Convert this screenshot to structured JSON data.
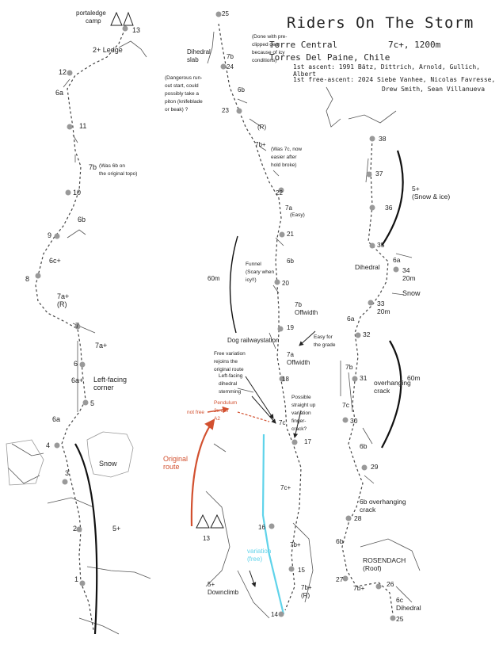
{
  "header": {
    "title": "Riders On The Storm",
    "peak": "Torre Central",
    "grade_length": "7c+, 1200m",
    "location": "Torres Del Paine, Chile",
    "first_ascent": "1st ascent: 1991 Bätz, Dittrich, Arnold, Gullich, Albert",
    "first_free_ascent_line1": "1st free-ascent: 2024 Siebe Vanhee, Nicolas Favresse,",
    "first_free_ascent_line2": "Drew Smith, Sean Villanueva"
  },
  "colors": {
    "ink": "#222222",
    "rock": "#8a8a8a",
    "original_route": "#d2502f",
    "variation": "#5fd3ea",
    "snow": "#9a9a9a"
  },
  "left_column": {
    "camp": "portaledge\ncamp",
    "labels": [
      {
        "key": "p13",
        "text": "13"
      },
      {
        "key": "ledge",
        "text": "2+  Ledge"
      },
      {
        "key": "p12",
        "text": "12"
      },
      {
        "key": "g6a_top",
        "text": "6a"
      },
      {
        "key": "p11",
        "text": "11"
      },
      {
        "key": "g7b",
        "text": "7b"
      },
      {
        "key": "note7b",
        "text": "(Was 6b on\nthe original topo)"
      },
      {
        "key": "p10",
        "text": "10"
      },
      {
        "key": "g6b",
        "text": "6b"
      },
      {
        "key": "p9",
        "text": "9"
      },
      {
        "key": "g6c",
        "text": "6c+"
      },
      {
        "key": "p8",
        "text": "8"
      },
      {
        "key": "g7a_r",
        "text": "7a+\n(R)"
      },
      {
        "key": "p7",
        "text": "7"
      },
      {
        "key": "g7a2",
        "text": "7a+"
      },
      {
        "key": "p6",
        "text": "6"
      },
      {
        "key": "g6a_p",
        "text": "6a+"
      },
      {
        "key": "corner",
        "text": "Left-facing\ncorner"
      },
      {
        "key": "p5",
        "text": "5"
      },
      {
        "key": "g6a_low",
        "text": "6a"
      },
      {
        "key": "p4",
        "text": "4"
      },
      {
        "key": "snow",
        "text": "Snow"
      },
      {
        "key": "p3",
        "text": "3"
      },
      {
        "key": "p2",
        "text": "2"
      },
      {
        "key": "g5p",
        "text": "5+"
      },
      {
        "key": "p1",
        "text": "1"
      }
    ]
  },
  "middle_column": {
    "labels": [
      {
        "key": "p25",
        "text": "25"
      },
      {
        "key": "dslab",
        "text": "Dihedral\nslab"
      },
      {
        "key": "g7b",
        "text": "7b"
      },
      {
        "key": "p24",
        "text": "24"
      },
      {
        "key": "note_gear",
        "text": "(Done with pre-\nclipped gear\nbecause of icy\nconditions)"
      },
      {
        "key": "note_runout",
        "text": "(Dangerous run-\nout start, could\npossibly take a\npiton (knifeblade\nor beak) ?"
      },
      {
        "key": "g6b",
        "text": "6b"
      },
      {
        "key": "p23",
        "text": "23"
      },
      {
        "key": "r",
        "text": "(R)"
      },
      {
        "key": "g7bp",
        "text": "7b+"
      },
      {
        "key": "note7c",
        "text": "(Was 7c, now\neasier after\nhold broke)"
      },
      {
        "key": "p22",
        "text": "22"
      },
      {
        "key": "g7a",
        "text": "7a"
      },
      {
        "key": "easy",
        "text": "(Easy)"
      },
      {
        "key": "p21",
        "text": "21"
      },
      {
        "key": "funnel",
        "text": "Funnel\n(Scary when\nicy!!)"
      },
      {
        "key": "g6b2",
        "text": "6b"
      },
      {
        "key": "m60",
        "text": "60m"
      },
      {
        "key": "p20",
        "text": "20"
      },
      {
        "key": "g7b2",
        "text": "7b\nOffwidth"
      },
      {
        "key": "p19",
        "text": "19"
      },
      {
        "key": "dogrs",
        "text": "Dog railwaystation"
      },
      {
        "key": "easyfor",
        "text": "Easy for\nthe grade"
      },
      {
        "key": "g7a2",
        "text": "7a\nOffwidth"
      },
      {
        "key": "freevar",
        "text": "Free variation\nrejoins the\noriginal route"
      },
      {
        "key": "p18",
        "text": "18"
      },
      {
        "key": "lfd",
        "text": "Left-facing\ndihedral\nstemming"
      },
      {
        "key": "possible",
        "text": "Possible\nstraight up\nvariation\nfinger-\ncrack?"
      },
      {
        "key": "pendulum",
        "text": "Pendulum\n2x cliff\nA2"
      },
      {
        "key": "notfree",
        "text": "not free"
      },
      {
        "key": "g7c",
        "text": "7c"
      },
      {
        "key": "p17",
        "text": "17"
      },
      {
        "key": "orig",
        "text": "Original\nroute"
      },
      {
        "key": "g7cp",
        "text": "7c+"
      },
      {
        "key": "p16",
        "text": "16"
      },
      {
        "key": "p13b",
        "text": "13"
      },
      {
        "key": "variation",
        "text": "variation\n(free)"
      },
      {
        "key": "g7bp2",
        "text": "7b+"
      },
      {
        "key": "p15",
        "text": "15"
      },
      {
        "key": "downclimb",
        "text": "5+\nDownclimb"
      },
      {
        "key": "g7bpr",
        "text": "7b+\n(R)"
      },
      {
        "key": "p14",
        "text": "14"
      }
    ]
  },
  "right_column": {
    "labels": [
      {
        "key": "p38",
        "text": "38"
      },
      {
        "key": "p37",
        "text": "37"
      },
      {
        "key": "snowice",
        "text": "5+\n(Snow & ice)"
      },
      {
        "key": "p36",
        "text": "36"
      },
      {
        "key": "p35",
        "text": "35"
      },
      {
        "key": "g6a",
        "text": "6a"
      },
      {
        "key": "dihedral",
        "text": "Dihedral"
      },
      {
        "key": "p34",
        "text": "34\n20m"
      },
      {
        "key": "snow",
        "text": "Snow"
      },
      {
        "key": "p33",
        "text": "33\n20m"
      },
      {
        "key": "g6a2",
        "text": "6a"
      },
      {
        "key": "p32",
        "text": "32"
      },
      {
        "key": "g7b",
        "text": "7b"
      },
      {
        "key": "p31",
        "text": "31"
      },
      {
        "key": "ohc",
        "text": "overhanging\ncrack"
      },
      {
        "key": "m60",
        "text": "60m"
      },
      {
        "key": "g7c",
        "text": "7c"
      },
      {
        "key": "p30",
        "text": "30"
      },
      {
        "key": "g6b",
        "text": "6b"
      },
      {
        "key": "p29",
        "text": "29"
      },
      {
        "key": "ohc2",
        "text": "6b overhanging\ncrack"
      },
      {
        "key": "p28",
        "text": "28"
      },
      {
        "key": "g6b2",
        "text": "6b"
      },
      {
        "key": "rosen",
        "text": "ROSENDACH\n(Roof)"
      },
      {
        "key": "p27",
        "text": "27"
      },
      {
        "key": "g7bp",
        "text": "7b+"
      },
      {
        "key": "p26",
        "text": "26"
      },
      {
        "key": "dihedral2",
        "text": "6c\nDihedral"
      },
      {
        "key": "p25",
        "text": "25"
      }
    ]
  }
}
